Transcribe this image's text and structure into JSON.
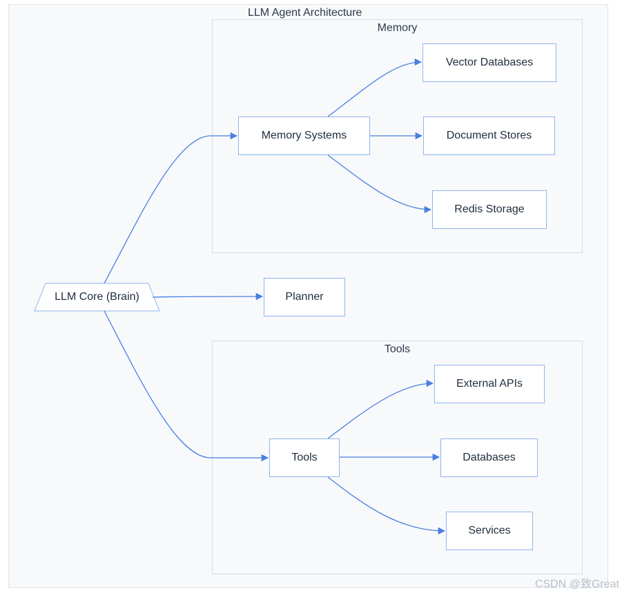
{
  "diagram": {
    "title": "LLM Agent Architecture",
    "groups": {
      "memory": "Memory",
      "tools": "Tools"
    },
    "nodes": {
      "core": "LLM Core (Brain)",
      "memory_systems": "Memory Systems",
      "vector_databases": "Vector Databases",
      "document_stores": "Document Stores",
      "redis_storage": "Redis Storage",
      "planner": "Planner",
      "tools": "Tools",
      "external_apis": "External APIs",
      "databases": "Databases",
      "services": "Services"
    },
    "edges": [
      [
        "core",
        "memory_systems"
      ],
      [
        "core",
        "planner"
      ],
      [
        "core",
        "tools"
      ],
      [
        "memory_systems",
        "vector_databases"
      ],
      [
        "memory_systems",
        "document_stores"
      ],
      [
        "memory_systems",
        "redis_storage"
      ],
      [
        "tools",
        "external_apis"
      ],
      [
        "tools",
        "databases"
      ],
      [
        "tools",
        "services"
      ]
    ],
    "colors": {
      "edge": "#4a7fe0",
      "node_border": "#8fb4ef",
      "background": "#f7f9fb"
    }
  },
  "watermark": "CSDN @致Great"
}
